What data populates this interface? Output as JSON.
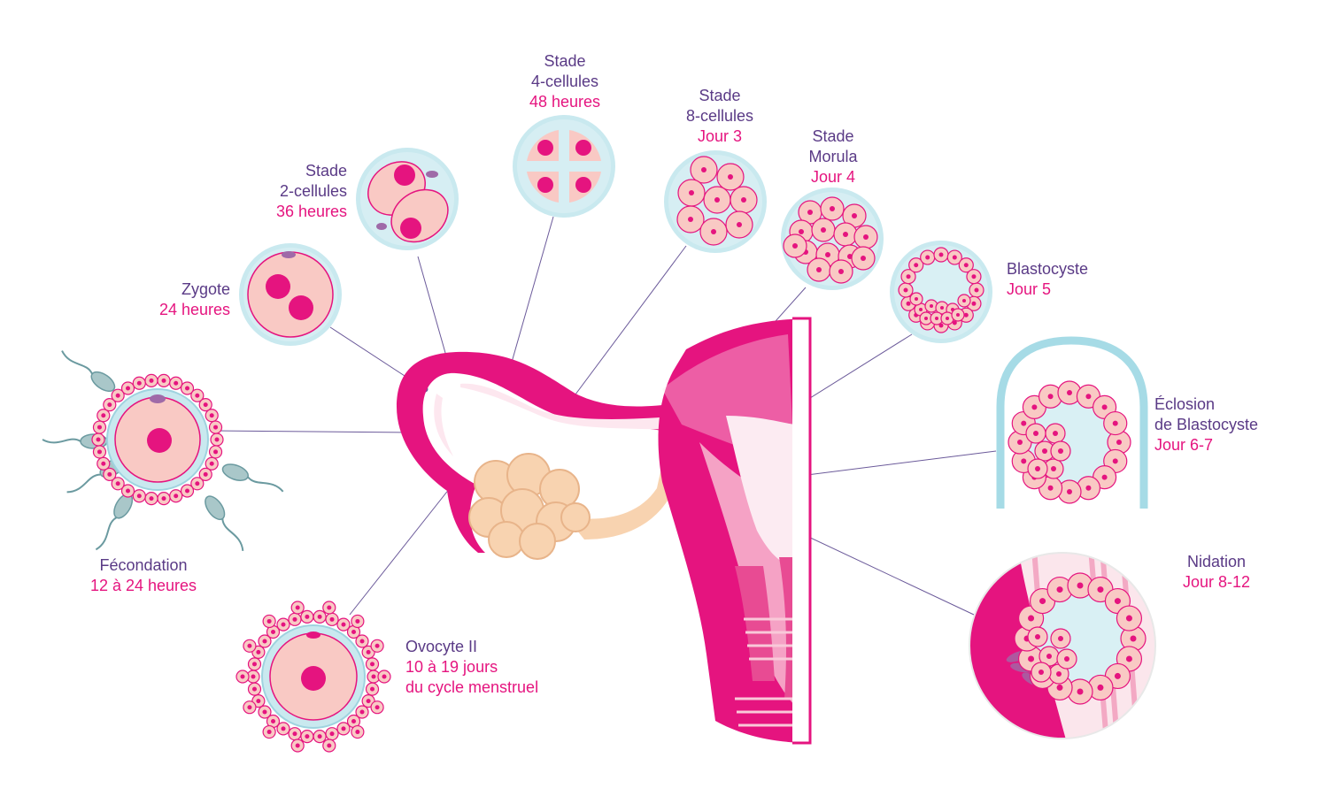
{
  "stages": {
    "fecondation": {
      "name": "Fécondation",
      "time": "12 à 24 heures"
    },
    "ovocyte": {
      "name": "Ovocyte II",
      "time1": "10 à 19 jours",
      "time2": "du cycle menstruel"
    },
    "zygote": {
      "name": "Zygote",
      "time": "24 heures"
    },
    "deux_cellules": {
      "line1": "Stade",
      "line2": "2-cellules",
      "time": "36 heures"
    },
    "quatre_cellules": {
      "line1": "Stade",
      "line2": "4-cellules",
      "time": "48 heures"
    },
    "huit_cellules": {
      "line1": "Stade",
      "line2": "8-cellules",
      "time": "Jour 3"
    },
    "morula": {
      "line1": "Stade",
      "line2": "Morula",
      "time": "Jour 4"
    },
    "blastocyste": {
      "name": "Blastocyste",
      "time": "Jour 5"
    },
    "eclosion": {
      "line1": "Éclosion",
      "line2": "de Blastocyste",
      "time": "Jour 6-7"
    },
    "nidation": {
      "name": "Nidation",
      "time": "Jour 8-12"
    }
  },
  "colors": {
    "label_name": "#5a3a86",
    "label_time": "#e5147f",
    "uterus": "#e5147f",
    "cell_fill": "#f9c9c4",
    "zona": "#c9e9ef",
    "nucleus": "#e5147f",
    "ovary": "#f8d3b0"
  }
}
